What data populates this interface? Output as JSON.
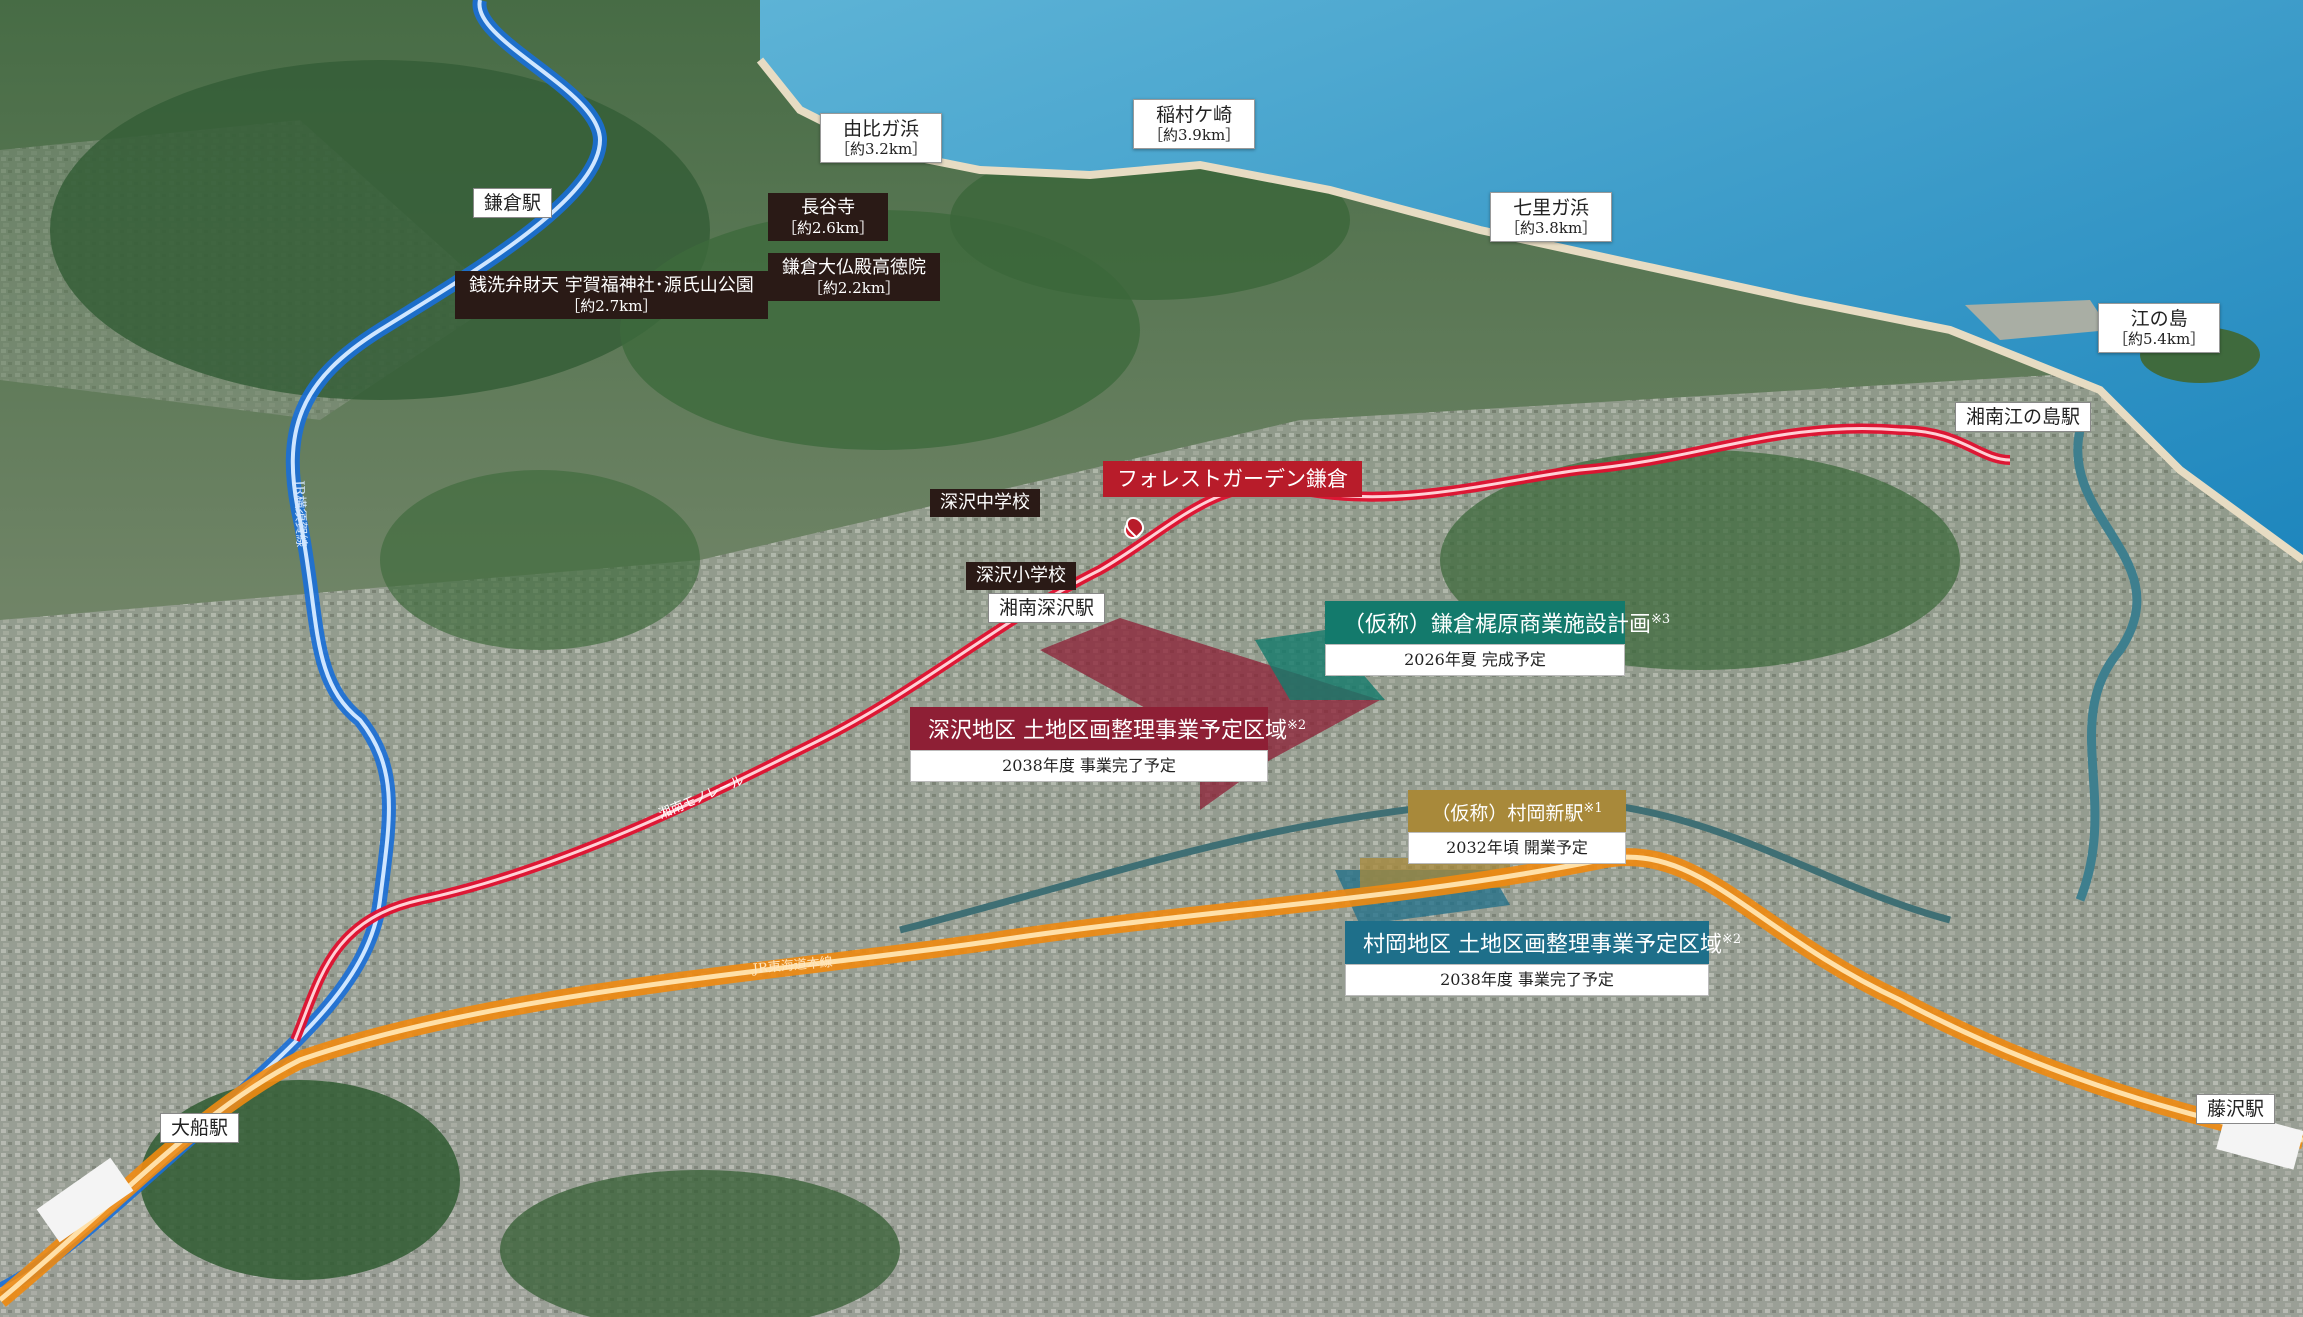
{
  "landmarks": {
    "yuigahama": {
      "name": "由比ガ浜",
      "dist": "［約3.2km］"
    },
    "inamuragasaki": {
      "name": "稲村ケ崎",
      "dist": "［約3.9km］"
    },
    "shichirigahama": {
      "name": "七里ガ浜",
      "dist": "［約3.8km］"
    },
    "enoshima": {
      "name": "江の島",
      "dist": "［約5.4km］"
    },
    "hasedera": {
      "name": "長谷寺",
      "dist": "［約2.6km］"
    },
    "daibutsu": {
      "name": "鎌倉大仏殿高徳院",
      "dist": "［約2.2km］"
    },
    "zeniarai": {
      "name": "銭洗弁財天 宇賀福神社･源氏山公園",
      "dist": "［約2.7km］"
    }
  },
  "stations": {
    "kamakura": "鎌倉駅",
    "ofuna": "大船駅",
    "fujisawa": "藤沢駅",
    "shonan_enoshima": "湘南江の島駅",
    "shonan_fukasawa": "湘南深沢駅"
  },
  "schools": {
    "fukasawa_jhs": "深沢中学校",
    "fukasawa_es": "深沢小学校"
  },
  "property": "フォレストガーデン鎌倉",
  "projects": {
    "kajiwara": {
      "title": "（仮称）鎌倉梶原商業施設計画",
      "note": "※3",
      "sub": "2026年夏 完成予定",
      "color": "#137a6c"
    },
    "fukasawa": {
      "title": "深沢地区 土地区画整理事業予定区域",
      "note": "※2",
      "sub": "2038年度 事業完了予定",
      "color": "#8e1f35"
    },
    "muraoka_station": {
      "title": "（仮称）村岡新駅",
      "note": "※1",
      "sub": "2032年頃 開業予定",
      "color": "#a8893a"
    },
    "muraoka": {
      "title": "村岡地区 土地区画整理事業予定区域",
      "note": "※2",
      "sub": "2038年度 事業完了予定",
      "color": "#1e6f8a"
    }
  },
  "lines": {
    "monorail": {
      "name": "湘南モノレール",
      "color": "#e0102f"
    },
    "tokaido": {
      "name": "JR東海道本線",
      "color": "#f08a10"
    },
    "yokosuka": {
      "name": "JR横須賀線",
      "color": "#1a6fd8"
    }
  }
}
